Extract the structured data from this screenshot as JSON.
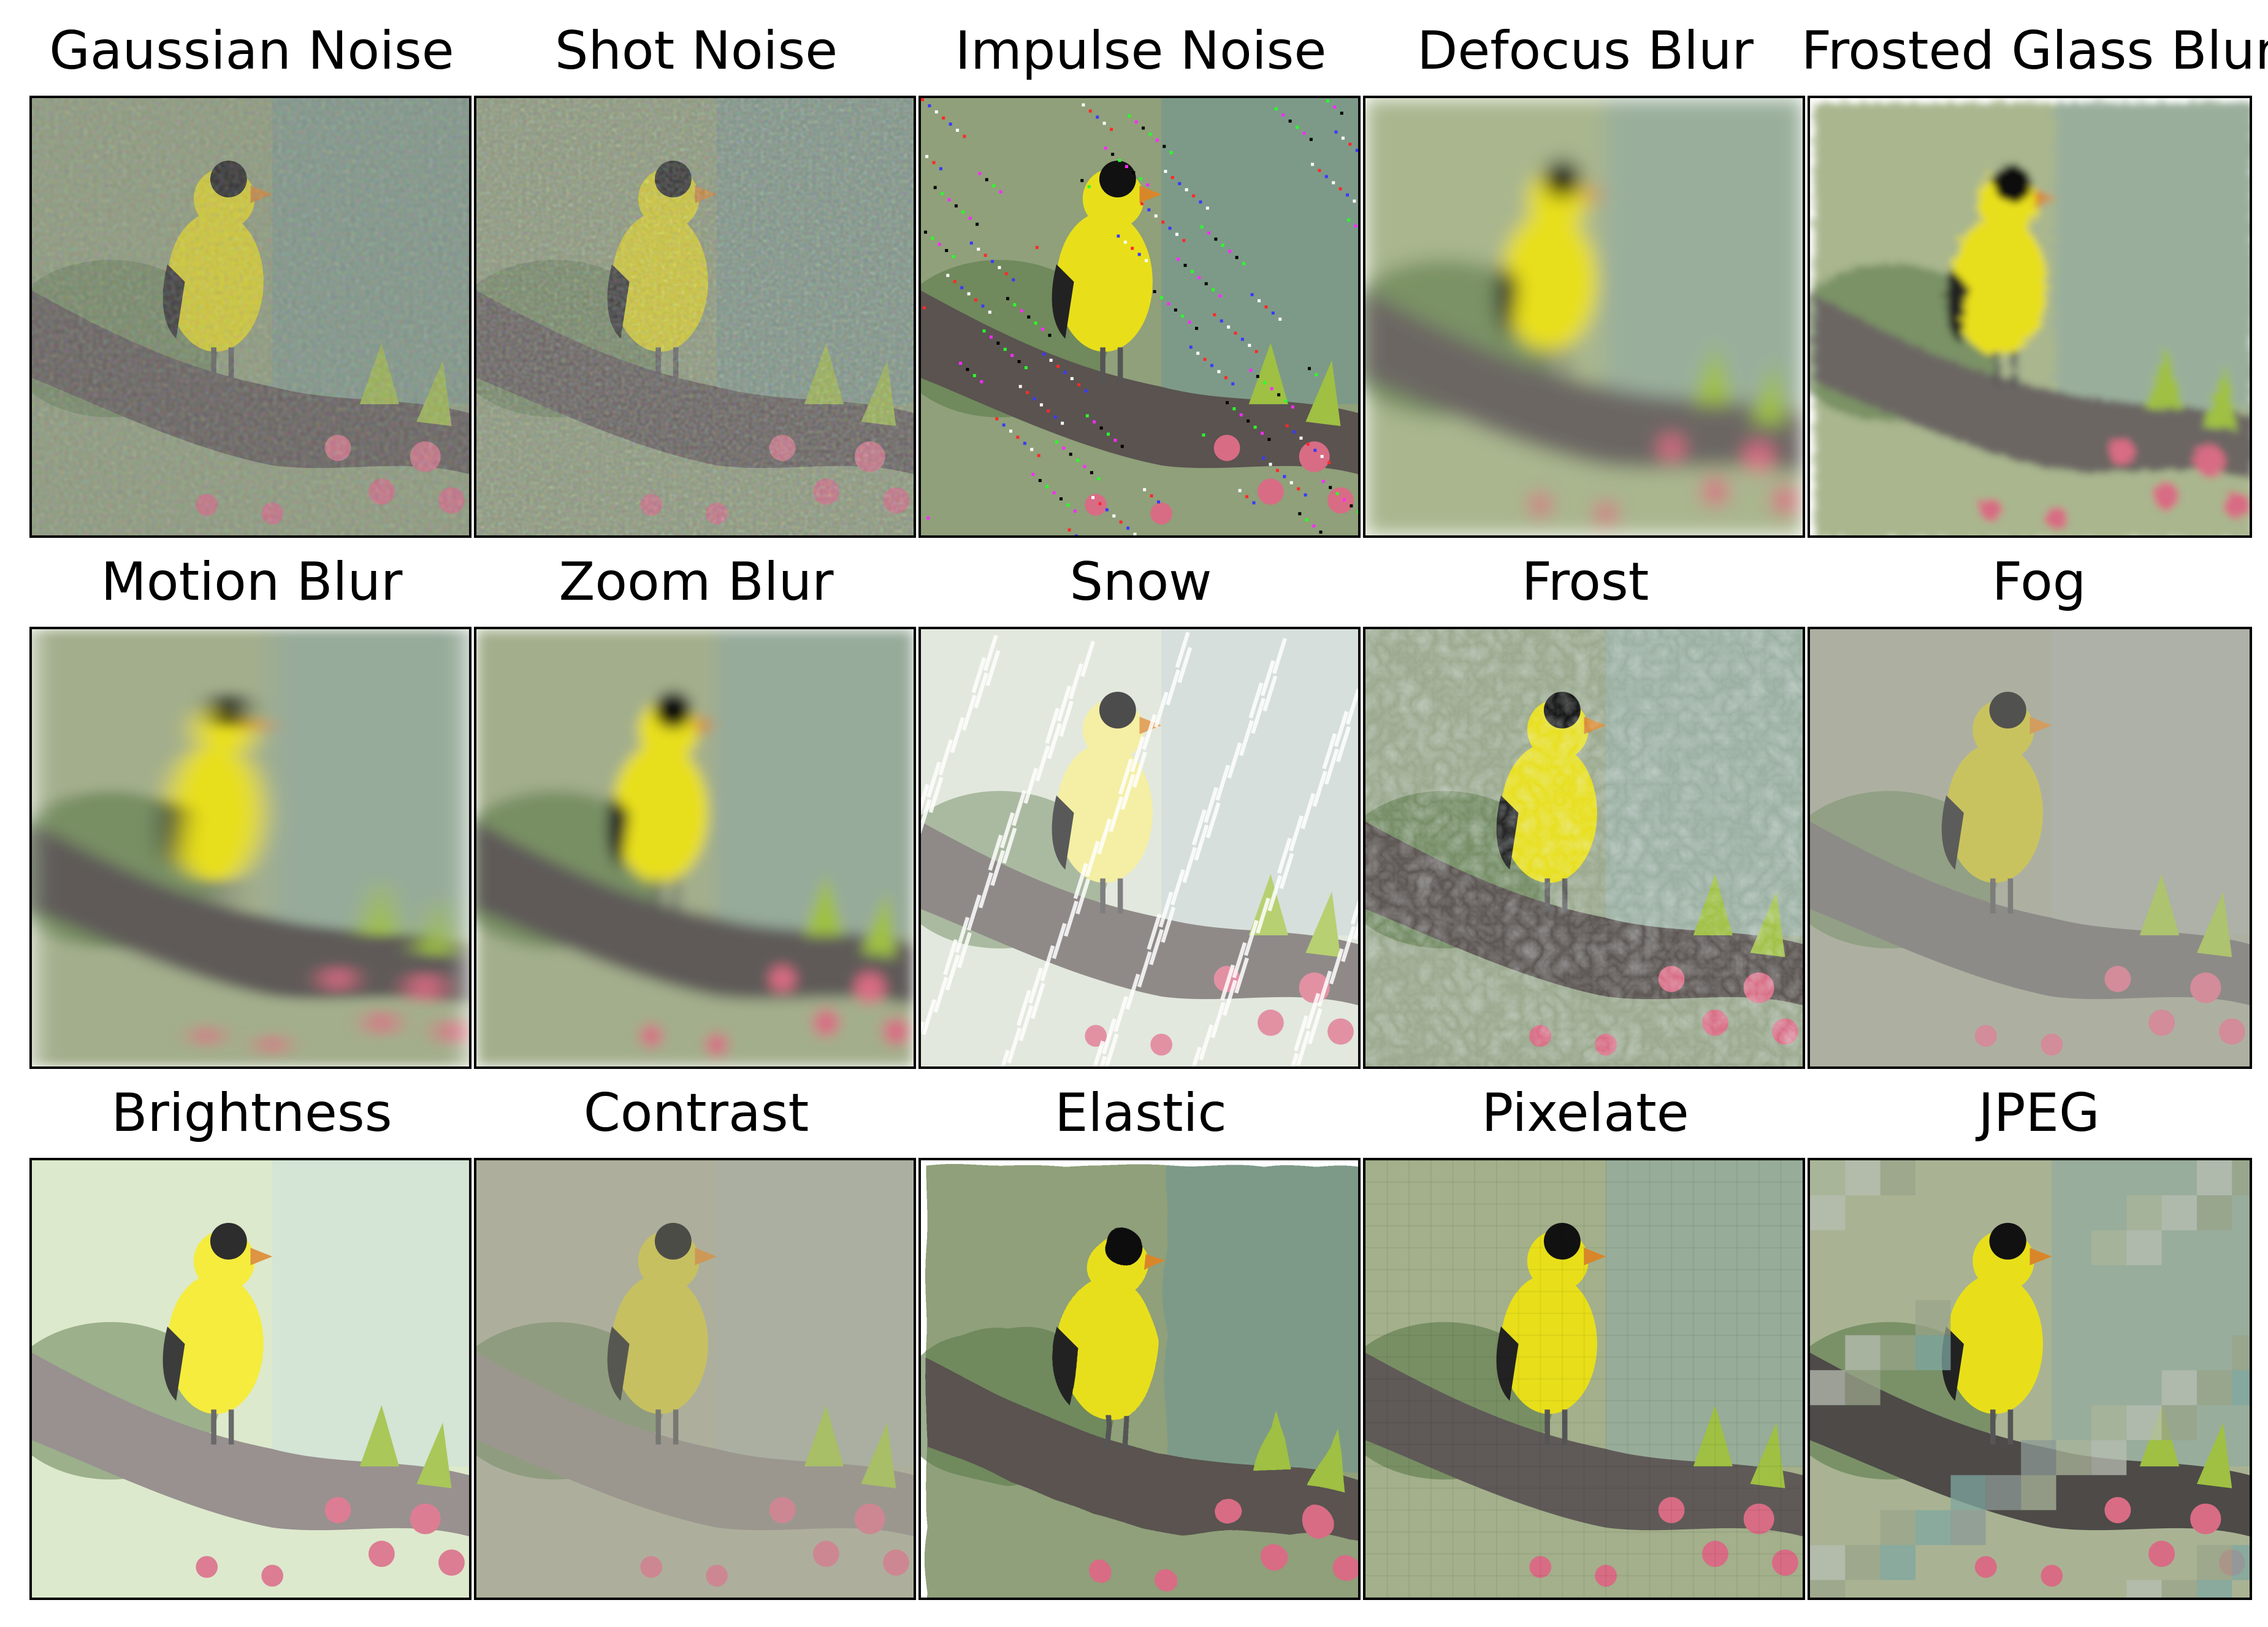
{
  "figure": {
    "rows": [
      {
        "titles": [
          "Gaussian Noise",
          "Shot Noise",
          "Impulse Noise",
          "Defocus Blur",
          "Frosted Glass Blur"
        ]
      },
      {
        "titles": [
          "Motion Blur",
          "Zoom Blur",
          "Snow",
          "Frost",
          "Fog"
        ]
      },
      {
        "titles": [
          "Brightness",
          "Contrast",
          "Elastic",
          "Pixelate",
          "JPEG"
        ]
      }
    ]
  },
  "colors": {
    "bird_body": "#e8df1a",
    "bird_head_cap": "#111111",
    "bird_beak": "#d9862a",
    "branch": "#5a5350",
    "background_green": "#8fa07a",
    "background_teal": "#6f9593",
    "blossom_pink": "#d86c84",
    "leaf_green": "#9fc043"
  }
}
